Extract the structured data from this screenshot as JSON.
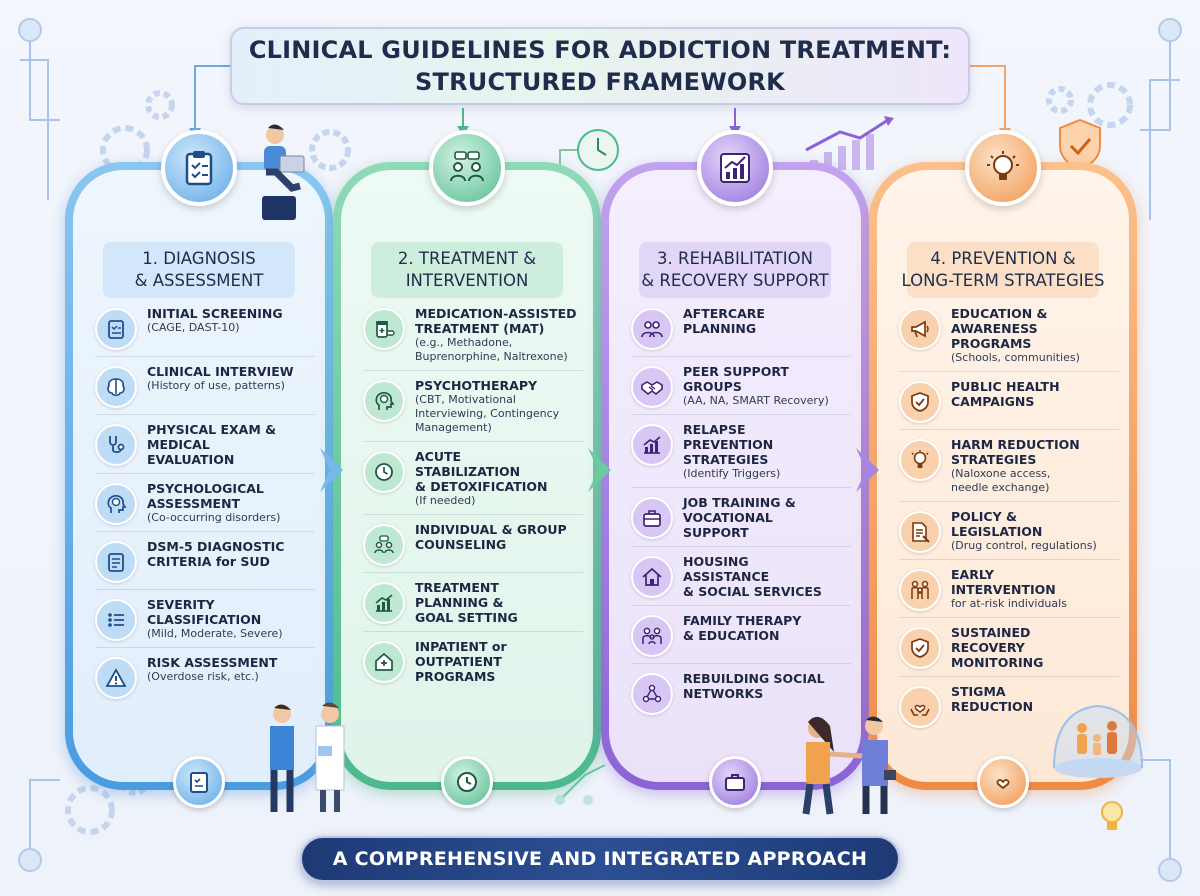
{
  "title": {
    "line1": "CLINICAL GUIDELINES FOR ADDICTION TREATMENT:",
    "line2": "STRUCTURED FRAMEWORK"
  },
  "columns": [
    {
      "heading_line1": "1. DIAGNOSIS",
      "heading_line2": "& ASSESSMENT",
      "accent": "#4a9ce0",
      "items": [
        {
          "title": "INITIAL SCREENING",
          "sub": "(CAGE, DAST-10)",
          "icon": "clipboard-icon"
        },
        {
          "title": "CLINICAL INTERVIEW",
          "sub": "(History of use, patterns)",
          "icon": "brain-icon"
        },
        {
          "title": "PHYSICAL EXAM &\nMEDICAL\nEVALUATION",
          "sub": "",
          "icon": "stethoscope-icon"
        },
        {
          "title": "PSYCHOLOGICAL\nASSESSMENT",
          "sub": "(Co-occurring disorders)",
          "icon": "head-brain-icon"
        },
        {
          "title": "DSM-5 DIAGNOSTIC\nCRITERIA for SUD",
          "sub": "",
          "icon": "checklist-icon"
        },
        {
          "title": "SEVERITY\nCLASSIFICATION",
          "sub": "(Mild, Moderate, Severe)",
          "icon": "list-icon"
        },
        {
          "title": "RISK ASSESSMENT",
          "sub": "(Overdose risk, etc.)",
          "icon": "warning-icon"
        }
      ]
    },
    {
      "heading_line1": "2. TREATMENT &",
      "heading_line2": "INTERVENTION",
      "accent": "#4cb98c",
      "items": [
        {
          "title": "MEDICATION-ASSISTED\nTREATMENT (MAT)",
          "sub": "(e.g., Methadone,\nBuprenorphine, Naltrexone)",
          "icon": "pill-bottle-icon"
        },
        {
          "title": "PSYCHOTHERAPY",
          "sub": "(CBT, Motivational\nInterviewing, Contingency\nManagement)",
          "icon": "head-brain-icon"
        },
        {
          "title": "ACUTE\nSTABILIZATION\n& DETOXIFICATION",
          "sub": "(If needed)",
          "icon": "clock-icon"
        },
        {
          "title": "INDIVIDUAL & GROUP\nCOUNSELING",
          "sub": "",
          "icon": "group-chat-icon"
        },
        {
          "title": "TREATMENT\nPLANNING &\nGOAL SETTING",
          "sub": "",
          "icon": "chart-up-icon"
        },
        {
          "title": "INPATIENT or\nOUTPATIENT\nPROGRAMS",
          "sub": "",
          "icon": "hospital-icon"
        }
      ]
    },
    {
      "heading_line1": "3. REHABILITATION",
      "heading_line2": "& RECOVERY SUPPORT",
      "accent": "#8b63d6",
      "items": [
        {
          "title": "AFTERCARE\nPLANNING",
          "sub": "",
          "icon": "people-icon"
        },
        {
          "title": "PEER SUPPORT\nGROUPS",
          "sub": "(AA, NA, SMART Recovery)",
          "icon": "handshake-icon"
        },
        {
          "title": "RELAPSE\nPREVENTION\nSTRATEGIES",
          "sub": "(Identify Triggers)",
          "icon": "chart-up-icon"
        },
        {
          "title": "JOB TRAINING &\nVOCATIONAL\nSUPPORT",
          "sub": "",
          "icon": "briefcase-icon"
        },
        {
          "title": "HOUSING\nASSISTANCE\n& SOCIAL SERVICES",
          "sub": "",
          "icon": "house-icon"
        },
        {
          "title": "FAMILY THERAPY\n& EDUCATION",
          "sub": "",
          "icon": "family-icon"
        },
        {
          "title": "REBUILDING SOCIAL\nNETWORKS",
          "sub": "",
          "icon": "network-icon"
        }
      ]
    },
    {
      "heading_line1": "4. PREVENTION &",
      "heading_line2": "LONG-TERM STRATEGIES",
      "accent": "#f08a45",
      "items": [
        {
          "title": "EDUCATION &\nAWARENESS PROGRAMS",
          "sub": "(Schools, communities)",
          "icon": "megaphone-icon"
        },
        {
          "title": "PUBLIC HEALTH\nCAMPAIGNS",
          "sub": "",
          "icon": "shield-check-icon"
        },
        {
          "title": "HARM REDUCTION\nSTRATEGIES",
          "sub": "(Naloxone access,\nneedle exchange)",
          "icon": "lightbulb-icon"
        },
        {
          "title": "POLICY &\nLEGISLATION",
          "sub": "(Drug control, regulations)",
          "icon": "document-icon"
        },
        {
          "title": "EARLY\nINTERVENTION",
          "sub": "for at-risk individuals",
          "icon": "family-icon"
        },
        {
          "title": "SUSTAINED\nRECOVERY\nMONITORING",
          "sub": "",
          "icon": "shield-check-icon"
        },
        {
          "title": "STIGMA\nREDUCTION",
          "sub": "",
          "icon": "hands-heart-icon"
        }
      ]
    }
  ],
  "footer": "A COMPREHENSIVE AND INTEGRATED APPROACH"
}
